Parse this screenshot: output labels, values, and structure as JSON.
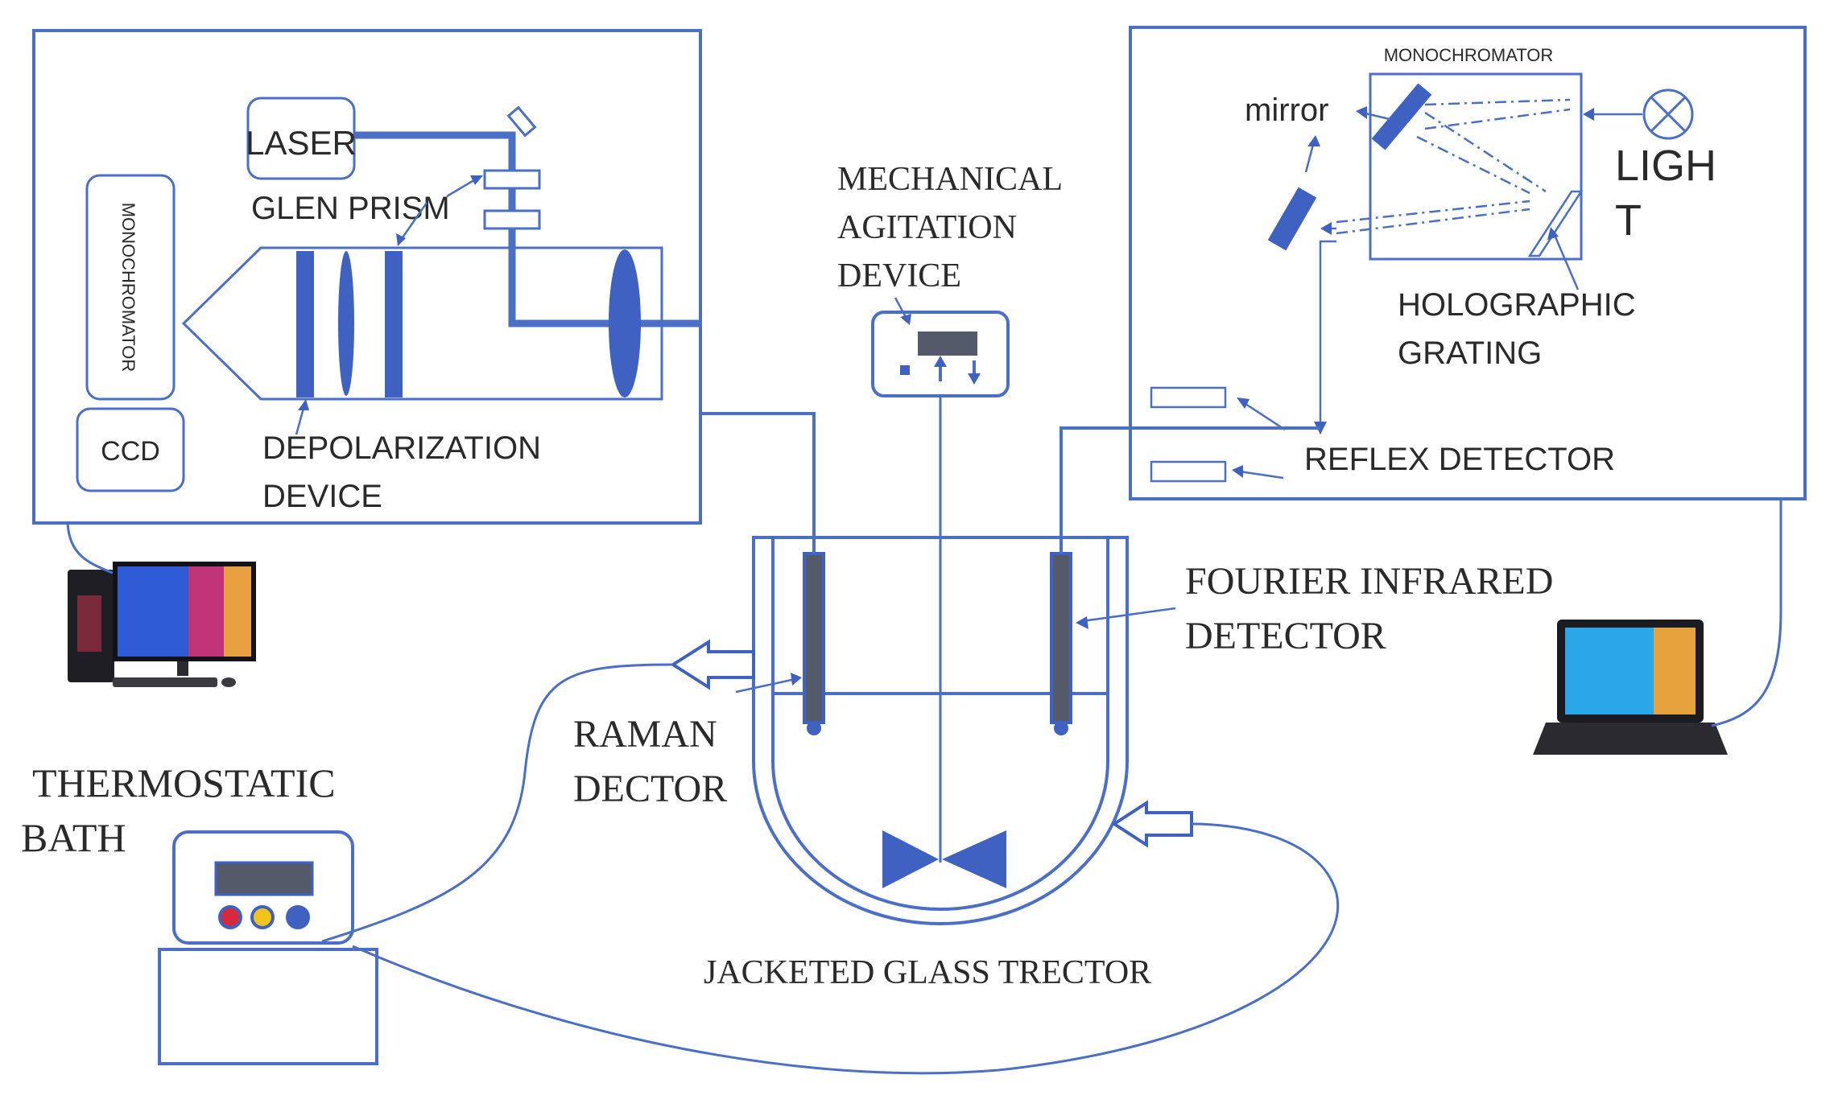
{
  "colors": {
    "line": "#4a6fc4",
    "solid": "#3f62c2",
    "probe": "#555a6a",
    "text": "#2a2a2a",
    "red": "#d9283a",
    "yellow": "#f0c419",
    "blue": "#3f62c2"
  },
  "raman_box": {
    "laser": "LASER",
    "glen_prism": "GLEN PRISM",
    "monochromator": "MONOCHROMATOR",
    "ccd": "CCD",
    "depolarization_line1": "DEPOLARIZATION",
    "depolarization_line2": "DEVICE"
  },
  "ir_box": {
    "monochromator": "MONOCHROMATOR",
    "mirror": "mirror",
    "light_line1": "LIGH",
    "light_line2": "T",
    "grating_line1": "HOLOGRAPHIC",
    "grating_line2": "GRATING",
    "reflex_detector": "REFLEX DETECTOR"
  },
  "agitation": {
    "line1": "MECHANICAL",
    "line2": "AGITATION",
    "line3": "DEVICE"
  },
  "fourier": {
    "line1": "FOURIER INFRARED",
    "line2": "DETECTOR"
  },
  "raman_detector": {
    "line1": "RAMAN",
    "line2": "DECTOR"
  },
  "bath": {
    "line1": "THERMOSTATIC",
    "line2": "BATH"
  },
  "reactor": {
    "label": "JACKETED GLASS TRECTOR"
  },
  "icons": {
    "desktop": "desktop-computer-icon",
    "laptop": "laptop-computer-icon",
    "lamp": "light-source-icon"
  }
}
